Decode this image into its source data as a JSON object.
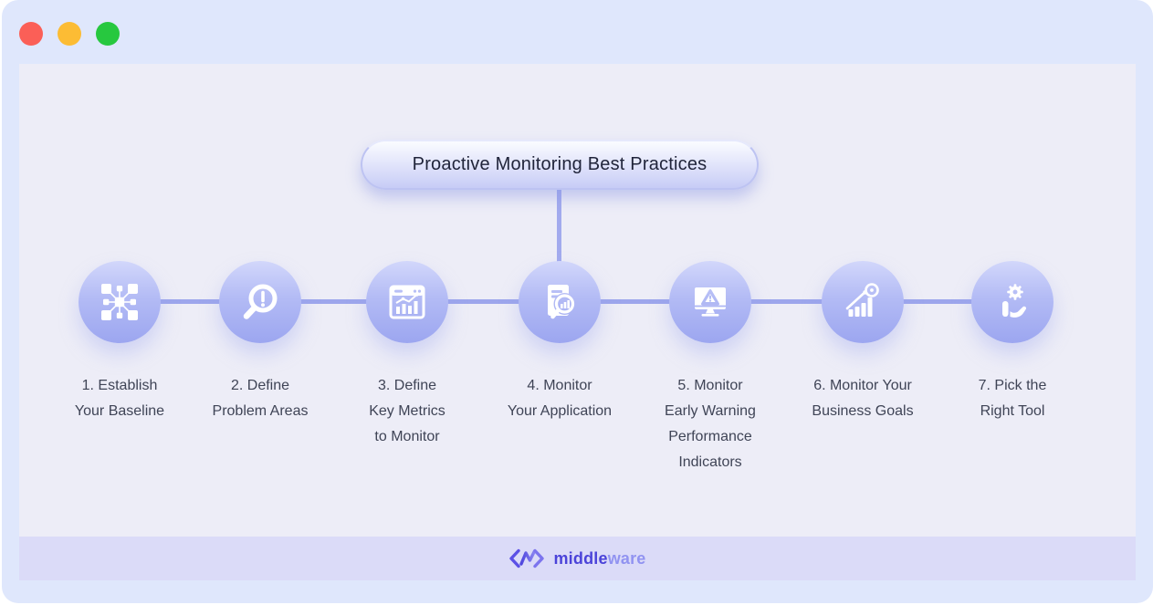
{
  "window": {
    "traffic_lights": [
      {
        "name": "close",
        "color": "#fb5f57"
      },
      {
        "name": "minimize",
        "color": "#fcbc34"
      },
      {
        "name": "zoom",
        "color": "#27c83f"
      }
    ]
  },
  "diagram": {
    "title": "Proactive Monitoring Best Practices",
    "steps": [
      {
        "label": "1. Establish\nYour Baseline",
        "icon": "network-grid-icon"
      },
      {
        "label": "2. Define\nProblem Areas",
        "icon": "magnifier-alert-icon"
      },
      {
        "label": "3. Define\nKey Metrics\nto Monitor",
        "icon": "dashboard-chart-icon"
      },
      {
        "label": "4. Monitor\nYour Application",
        "icon": "report-analysis-icon"
      },
      {
        "label": "5. Monitor\nEarly Warning\nPerformance\nIndicators",
        "icon": "monitor-warning-icon"
      },
      {
        "label": "6. Monitor Your\nBusiness Goals",
        "icon": "goal-target-chart-icon"
      },
      {
        "label": "7. Pick the\nRight Tool",
        "icon": "hand-gear-icon"
      }
    ]
  },
  "footer": {
    "logo": "middleware-logo",
    "brand_bold": "middle",
    "brand_light": "ware"
  },
  "colors": {
    "window_frame": "#dfe7fc",
    "canvas": "#ededf7",
    "footer_bar": "#dbdbf8",
    "connector": "#9da6ec",
    "circle_top": "#d2d7fb",
    "circle_bottom": "#9ca6f0",
    "pill_border": "#bdc3f2",
    "title_text": "#20243a",
    "label_text": "#3f4456",
    "brand_dark": "#4b43d9",
    "brand_light": "#9193f1"
  }
}
